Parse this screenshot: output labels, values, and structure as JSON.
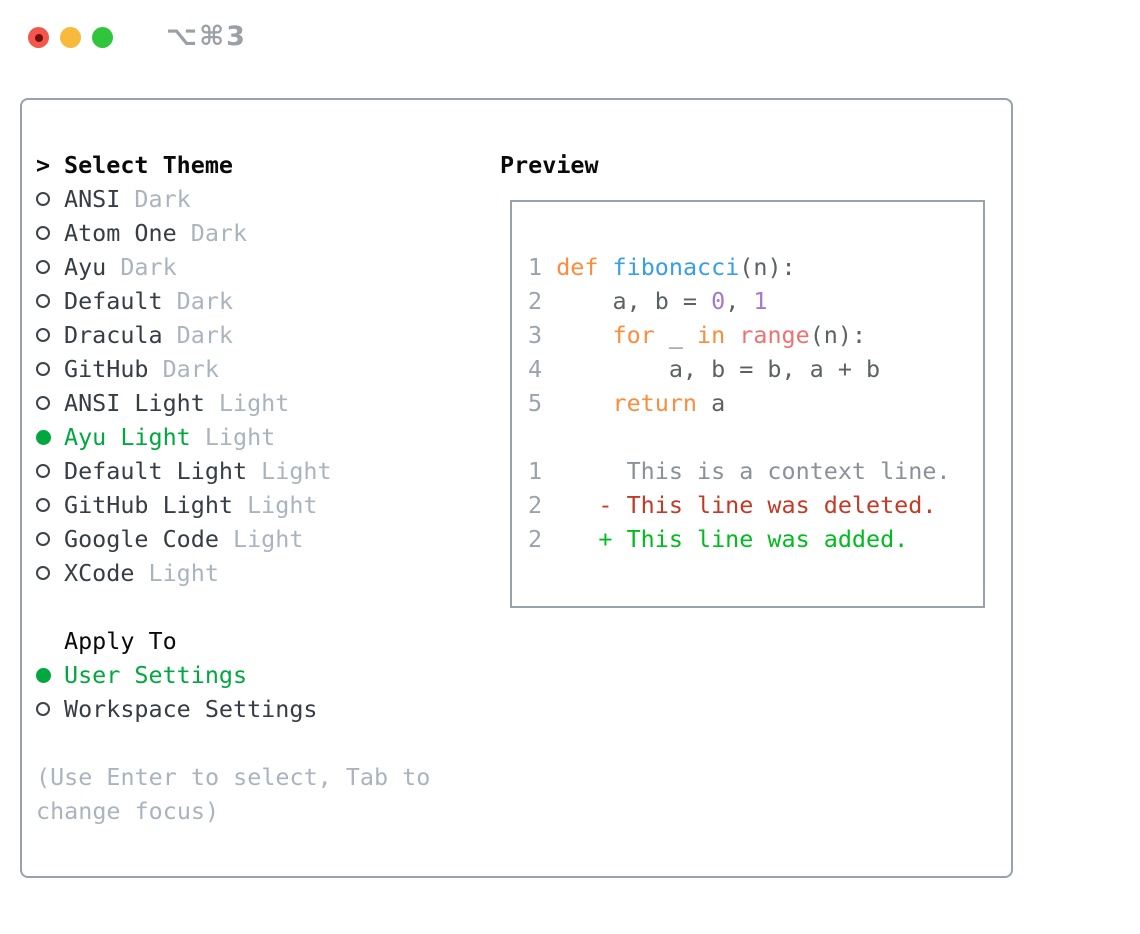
{
  "window": {
    "title": "⌥⌘3",
    "traffic_lights": [
      "close",
      "minimize",
      "zoom"
    ]
  },
  "colors": {
    "panel_border": "#99a2ab",
    "titlebar_text": "#9aa0a6",
    "traffic_red": "#f4564c",
    "traffic_red_dot": "#6b110b",
    "traffic_yellow": "#f8ba3b",
    "traffic_green": "#2fc63d",
    "header_text": "#0a0a0a",
    "item_text": "#363d44",
    "radio_outline": "#3c434b",
    "variant_text": "#aab4be",
    "help_text": "#aab4be",
    "selection_green": "#00a83e",
    "line_number": "#9aa3ad"
  },
  "theme_picker": {
    "header_prefix": ">",
    "header": "Select Theme",
    "items": [
      {
        "name": "ANSI",
        "variant": "Dark",
        "selected": false
      },
      {
        "name": "Atom One",
        "variant": "Dark",
        "selected": false
      },
      {
        "name": "Ayu",
        "variant": "Dark",
        "selected": false
      },
      {
        "name": "Default",
        "variant": "Dark",
        "selected": false
      },
      {
        "name": "Dracula",
        "variant": "Dark",
        "selected": false
      },
      {
        "name": "GitHub",
        "variant": "Dark",
        "selected": false
      },
      {
        "name": "ANSI Light",
        "variant": "Light",
        "selected": false
      },
      {
        "name": "Ayu Light",
        "variant": "Light",
        "selected": true
      },
      {
        "name": "Default Light",
        "variant": "Light",
        "selected": false
      },
      {
        "name": "GitHub Light",
        "variant": "Light",
        "selected": false
      },
      {
        "name": "Google Code",
        "variant": "Light",
        "selected": false
      },
      {
        "name": "XCode",
        "variant": "Light",
        "selected": false
      }
    ],
    "apply_to": {
      "header": "Apply To",
      "options": [
        {
          "name": "User Settings",
          "selected": true
        },
        {
          "name": "Workspace Settings",
          "selected": false
        }
      ]
    },
    "help_text": "(Use Enter to select, Tab to change focus)"
  },
  "preview": {
    "header": "Preview",
    "syntax_colors": {
      "keyword": "#fa8d3e",
      "function": "#399ee6",
      "number": "#a37acc",
      "builtin": "#f07171",
      "plain": "#5c6166",
      "context": "#8a9199",
      "deleted": "#c43a26",
      "added": "#00bd1f"
    },
    "lines": [
      {
        "number": "",
        "tokens": []
      },
      {
        "number": "1",
        "tokens": [
          {
            "t": " ",
            "c": "plain"
          },
          {
            "t": "def",
            "c": "keyword"
          },
          {
            "t": " ",
            "c": "plain"
          },
          {
            "t": "fibonacci",
            "c": "function"
          },
          {
            "t": "(n):",
            "c": "plain"
          }
        ]
      },
      {
        "number": "2",
        "tokens": [
          {
            "t": "     a, b = ",
            "c": "plain"
          },
          {
            "t": "0",
            "c": "number"
          },
          {
            "t": ", ",
            "c": "plain"
          },
          {
            "t": "1",
            "c": "number"
          }
        ]
      },
      {
        "number": "3",
        "tokens": [
          {
            "t": "     ",
            "c": "plain"
          },
          {
            "t": "for",
            "c": "keyword"
          },
          {
            "t": " _ ",
            "c": "plain"
          },
          {
            "t": "in",
            "c": "keyword"
          },
          {
            "t": " ",
            "c": "plain"
          },
          {
            "t": "range",
            "c": "builtin"
          },
          {
            "t": "(n):",
            "c": "plain"
          }
        ]
      },
      {
        "number": "4",
        "tokens": [
          {
            "t": "         a, b = b, a + b",
            "c": "plain"
          }
        ]
      },
      {
        "number": "5",
        "tokens": [
          {
            "t": "     ",
            "c": "plain"
          },
          {
            "t": "return",
            "c": "keyword"
          },
          {
            "t": " a",
            "c": "plain"
          }
        ]
      },
      {
        "number": "",
        "tokens": []
      },
      {
        "number": "1",
        "tokens": [
          {
            "t": "      This is a context line.",
            "c": "context"
          }
        ]
      },
      {
        "number": "2",
        "tokens": [
          {
            "t": "    - This line was deleted.",
            "c": "deleted"
          }
        ]
      },
      {
        "number": "2",
        "tokens": [
          {
            "t": "    + This line was added.",
            "c": "added"
          }
        ]
      },
      {
        "number": "",
        "tokens": []
      }
    ]
  }
}
